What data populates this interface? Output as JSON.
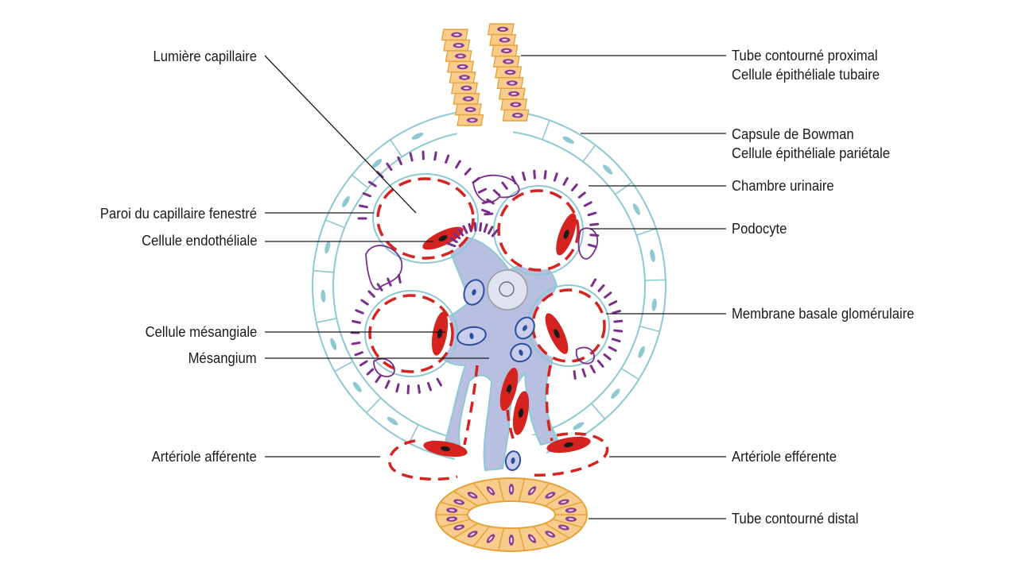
{
  "labels": {
    "lumiere_capillaire": "Lumière capillaire",
    "paroi_capillaire": "Paroi du capillaire fenestré",
    "cellule_endotheliale": "Cellule endothéliale",
    "cellule_mesangiale": "Cellule mésangiale",
    "mesangium": "Mésangium",
    "arteriole_afferente": "Artériole afférente",
    "tube_proximal": "Tube contourné proximal",
    "cellule_tubaire": "Cellule épithéliale tubaire",
    "capsule_bowman": "Capsule de Bowman",
    "cellule_parietale": "Cellule épithéliale pariétale",
    "chambre_urinaire": "Chambre urinaire",
    "podocyte": "Podocyte",
    "membrane_basale": "Membrane basale glomérulaire",
    "arteriole_efferente": "Artériole efférente",
    "tube_distal": "Tube contourné distal"
  },
  "colors": {
    "capsule": "#8ec8d2",
    "capsule_nucleus": "#8ec8d2",
    "mesangium": "#b9bfe0",
    "endothelium": "#d5231f",
    "nucleus": "#1b1b1b",
    "podocyte": "#7b2d8c",
    "mesangial_cell": "#2b4e9c",
    "tubule_fill": "#f8cd8c",
    "tubule_stroke": "#e6a23a",
    "tubule_nucleus": "#8a3b93",
    "leader_line": "#1a1a1a"
  }
}
